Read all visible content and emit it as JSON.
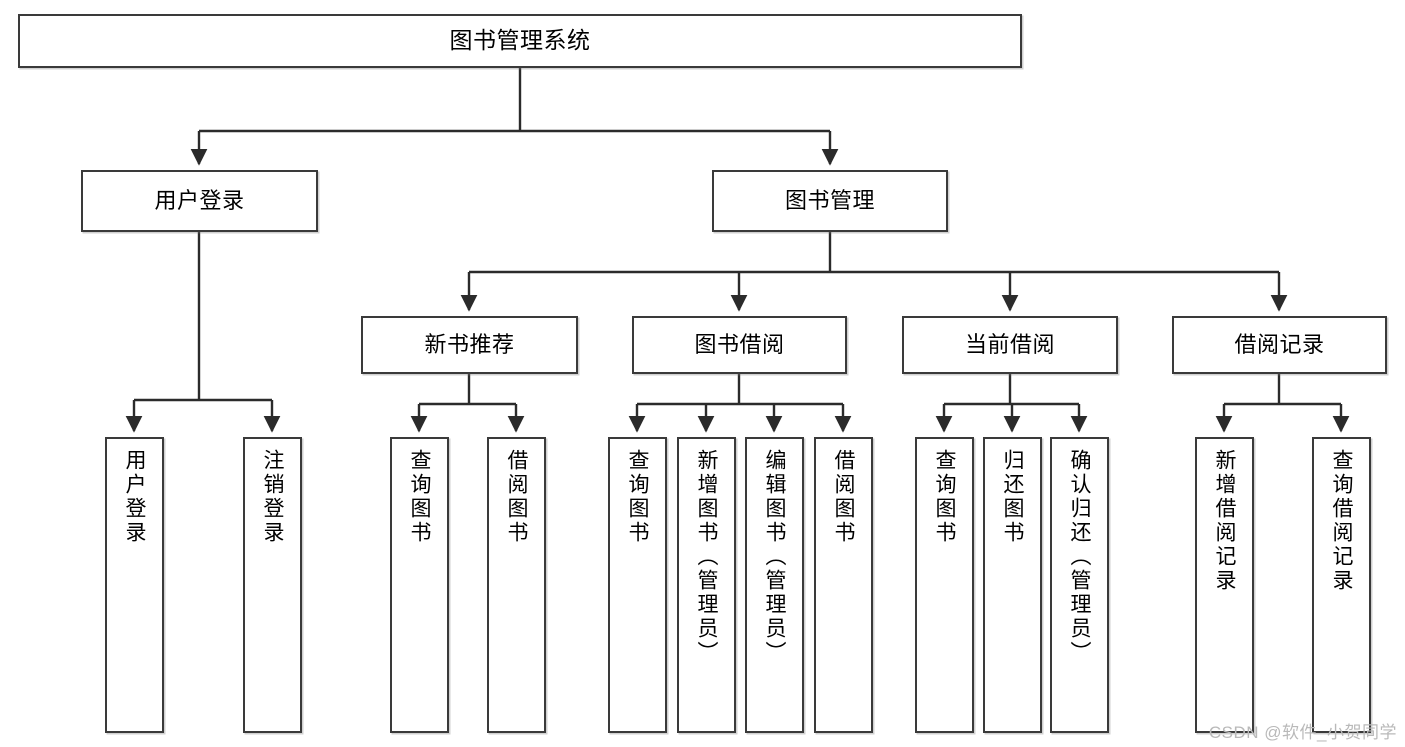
{
  "diagram": {
    "title": "图书管理系统",
    "type": "tree",
    "colors": {
      "box_border": "#3a3a3a",
      "box_fill": "#ffffff",
      "connector": "#2b2b2b",
      "watermark": "#b9b9b9",
      "background": "#ffffff"
    },
    "root": {
      "label": "图书管理系统"
    },
    "level2": [
      {
        "label": "用户登录"
      },
      {
        "label": "图书管理"
      }
    ],
    "level3": [
      {
        "label": "新书推荐"
      },
      {
        "label": "图书借阅"
      },
      {
        "label": "当前借阅"
      },
      {
        "label": "借阅记录"
      }
    ],
    "leaves": {
      "user_login": [
        {
          "label": "用户登录"
        },
        {
          "label": "注销登录"
        }
      ],
      "new_book_recommend": [
        {
          "label": "查询图书"
        },
        {
          "label": "借阅图书"
        }
      ],
      "book_borrow": [
        {
          "label": "查询图书"
        },
        {
          "label": "新增图书（管理员）"
        },
        {
          "label": "编辑图书（管理员）"
        },
        {
          "label": "借阅图书"
        }
      ],
      "current_borrow": [
        {
          "label": "查询图书"
        },
        {
          "label": "归还图书"
        },
        {
          "label": "确认归还（管理员）"
        }
      ],
      "borrow_record": [
        {
          "label": "新增借阅记录"
        },
        {
          "label": "查询借阅记录"
        }
      ]
    }
  },
  "watermark": {
    "text": "CSDN @软件_小贺同学"
  }
}
